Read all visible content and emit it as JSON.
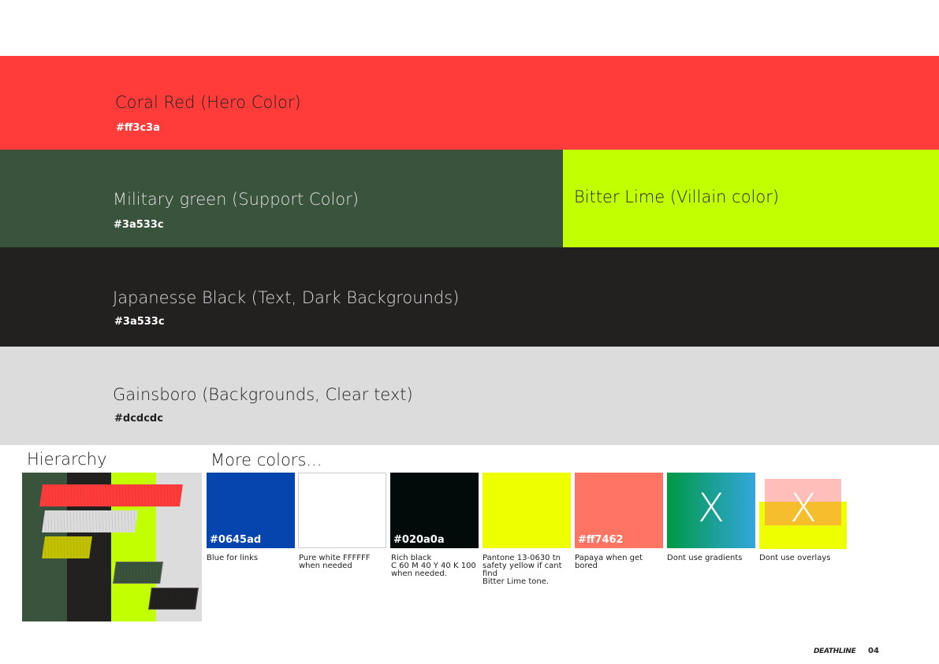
{
  "bands": [
    {
      "title": "Coral Red (Hero Color)",
      "hex": "#ff3c3a",
      "color": "#ff3c3a"
    },
    {
      "title": "Military green (Support Color)",
      "hex": "#3a533c",
      "color": "#3a533c"
    },
    {
      "title": "Bitter Lime (Villain color)",
      "color": "#c2ff00"
    },
    {
      "title": "Japanesse Black (Text, Dark Backgrounds)",
      "hex": "#3a533c",
      "color": "#222120"
    },
    {
      "title": "Gainsboro (Backgrounds, Clear text)",
      "hex": "#dcdcdc",
      "color": "#dcdcdc"
    }
  ],
  "hierarchy": {
    "label": "Hierarchy"
  },
  "more": {
    "label": "More colors...",
    "swatches": [
      {
        "hex": "#0645ad",
        "caption": "Blue for links"
      },
      {
        "hex": "",
        "caption": "Pure white FFFFFF\nwhen needed"
      },
      {
        "hex": "#020a0a",
        "caption": "Rich black\nC 60 M 40 Y 40 K 100\nwhen needed."
      },
      {
        "hex": "",
        "caption": "Pantone 13-0630 tn\nsafety yellow if cant find\nBitter Lime tone."
      },
      {
        "hex": "#ff7462",
        "caption": "Papaya when get bored"
      },
      {
        "mark": "X",
        "caption": "Dont use gradients"
      },
      {
        "mark": "X",
        "caption": "Dont use overlays"
      }
    ]
  },
  "footer": {
    "logo": "DEATHLINE",
    "page": "04"
  }
}
